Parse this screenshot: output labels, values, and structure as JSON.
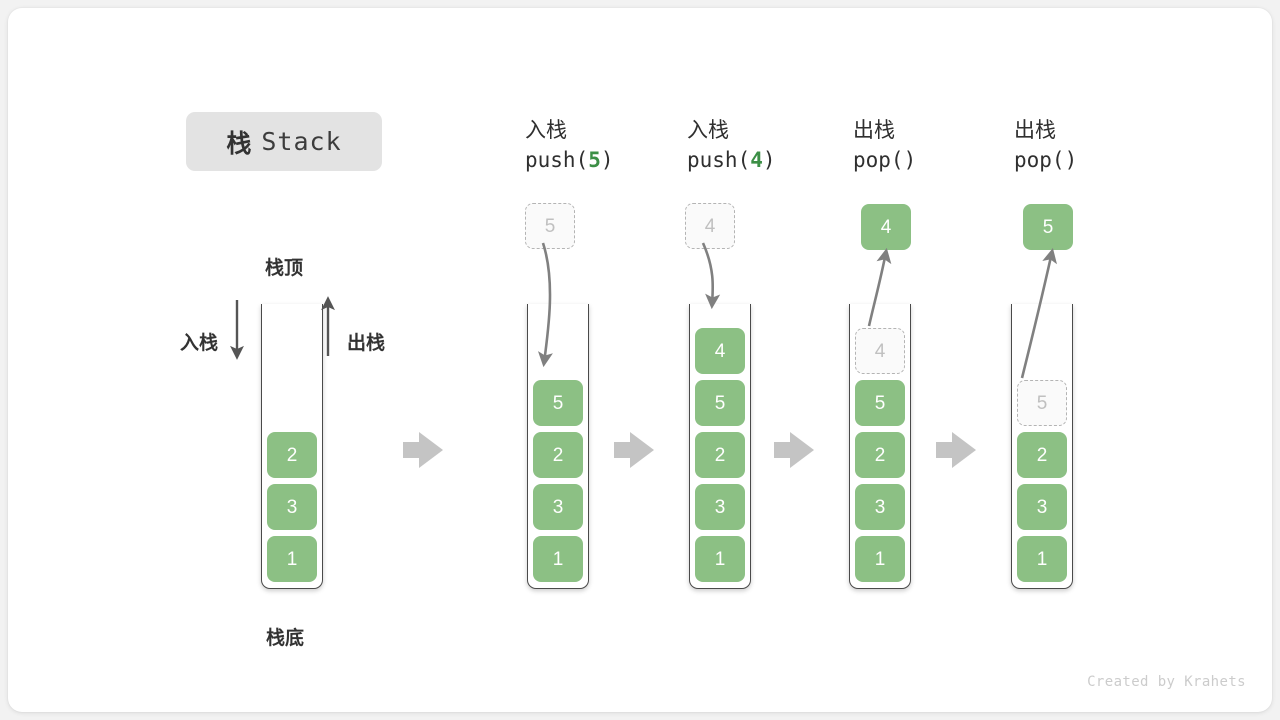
{
  "title": {
    "cn": "栈",
    "en": "Stack"
  },
  "labels": {
    "top": "栈顶",
    "bottom": "栈底",
    "push": "入栈",
    "pop": "出栈"
  },
  "watermark": "Created by Krahets",
  "colors": {
    "cell_green": "#8cc084",
    "ghost_fill": "#fafafa",
    "ghost_border": "#b4b4b4",
    "ghost_text": "#c0c0c0",
    "arrow_gray": "#808080",
    "step_arrow_gray": "#c4c4c4",
    "badge_bg": "#e3e3e3",
    "code_arg_green": "#3c8f46",
    "text_dark": "#333333"
  },
  "steps": [
    {
      "id": "initial",
      "op_cn": "",
      "op_code": "",
      "stack": [
        "2",
        "3",
        "1"
      ],
      "ghost_in_stack": null,
      "float_box": null
    },
    {
      "id": "push-5",
      "op_cn": "入栈",
      "op_code": "push(",
      "op_arg": "5",
      "op_code_tail": ")",
      "stack": [
        "5",
        "2",
        "3",
        "1"
      ],
      "ghost_in_stack": null,
      "float_box": {
        "value": "5",
        "style": "ghost"
      }
    },
    {
      "id": "push-4",
      "op_cn": "入栈",
      "op_code": "push(",
      "op_arg": "4",
      "op_code_tail": ")",
      "stack": [
        "4",
        "5",
        "2",
        "3",
        "1"
      ],
      "ghost_in_stack": null,
      "float_box": {
        "value": "4",
        "style": "ghost"
      }
    },
    {
      "id": "pop-4",
      "op_cn": "出栈",
      "op_code": "pop(",
      "op_arg": "",
      "op_code_tail": ")",
      "stack": [
        "5",
        "2",
        "3",
        "1"
      ],
      "ghost_in_stack": {
        "value": "4",
        "index": 0
      },
      "float_box": {
        "value": "4",
        "style": "solid"
      }
    },
    {
      "id": "pop-5",
      "op_cn": "出栈",
      "op_code": "pop(",
      "op_arg": "",
      "op_code_tail": ")",
      "stack": [
        "2",
        "3",
        "1"
      ],
      "ghost_in_stack": {
        "value": "5",
        "index": 0
      },
      "float_box": {
        "value": "5",
        "style": "solid"
      }
    }
  ]
}
